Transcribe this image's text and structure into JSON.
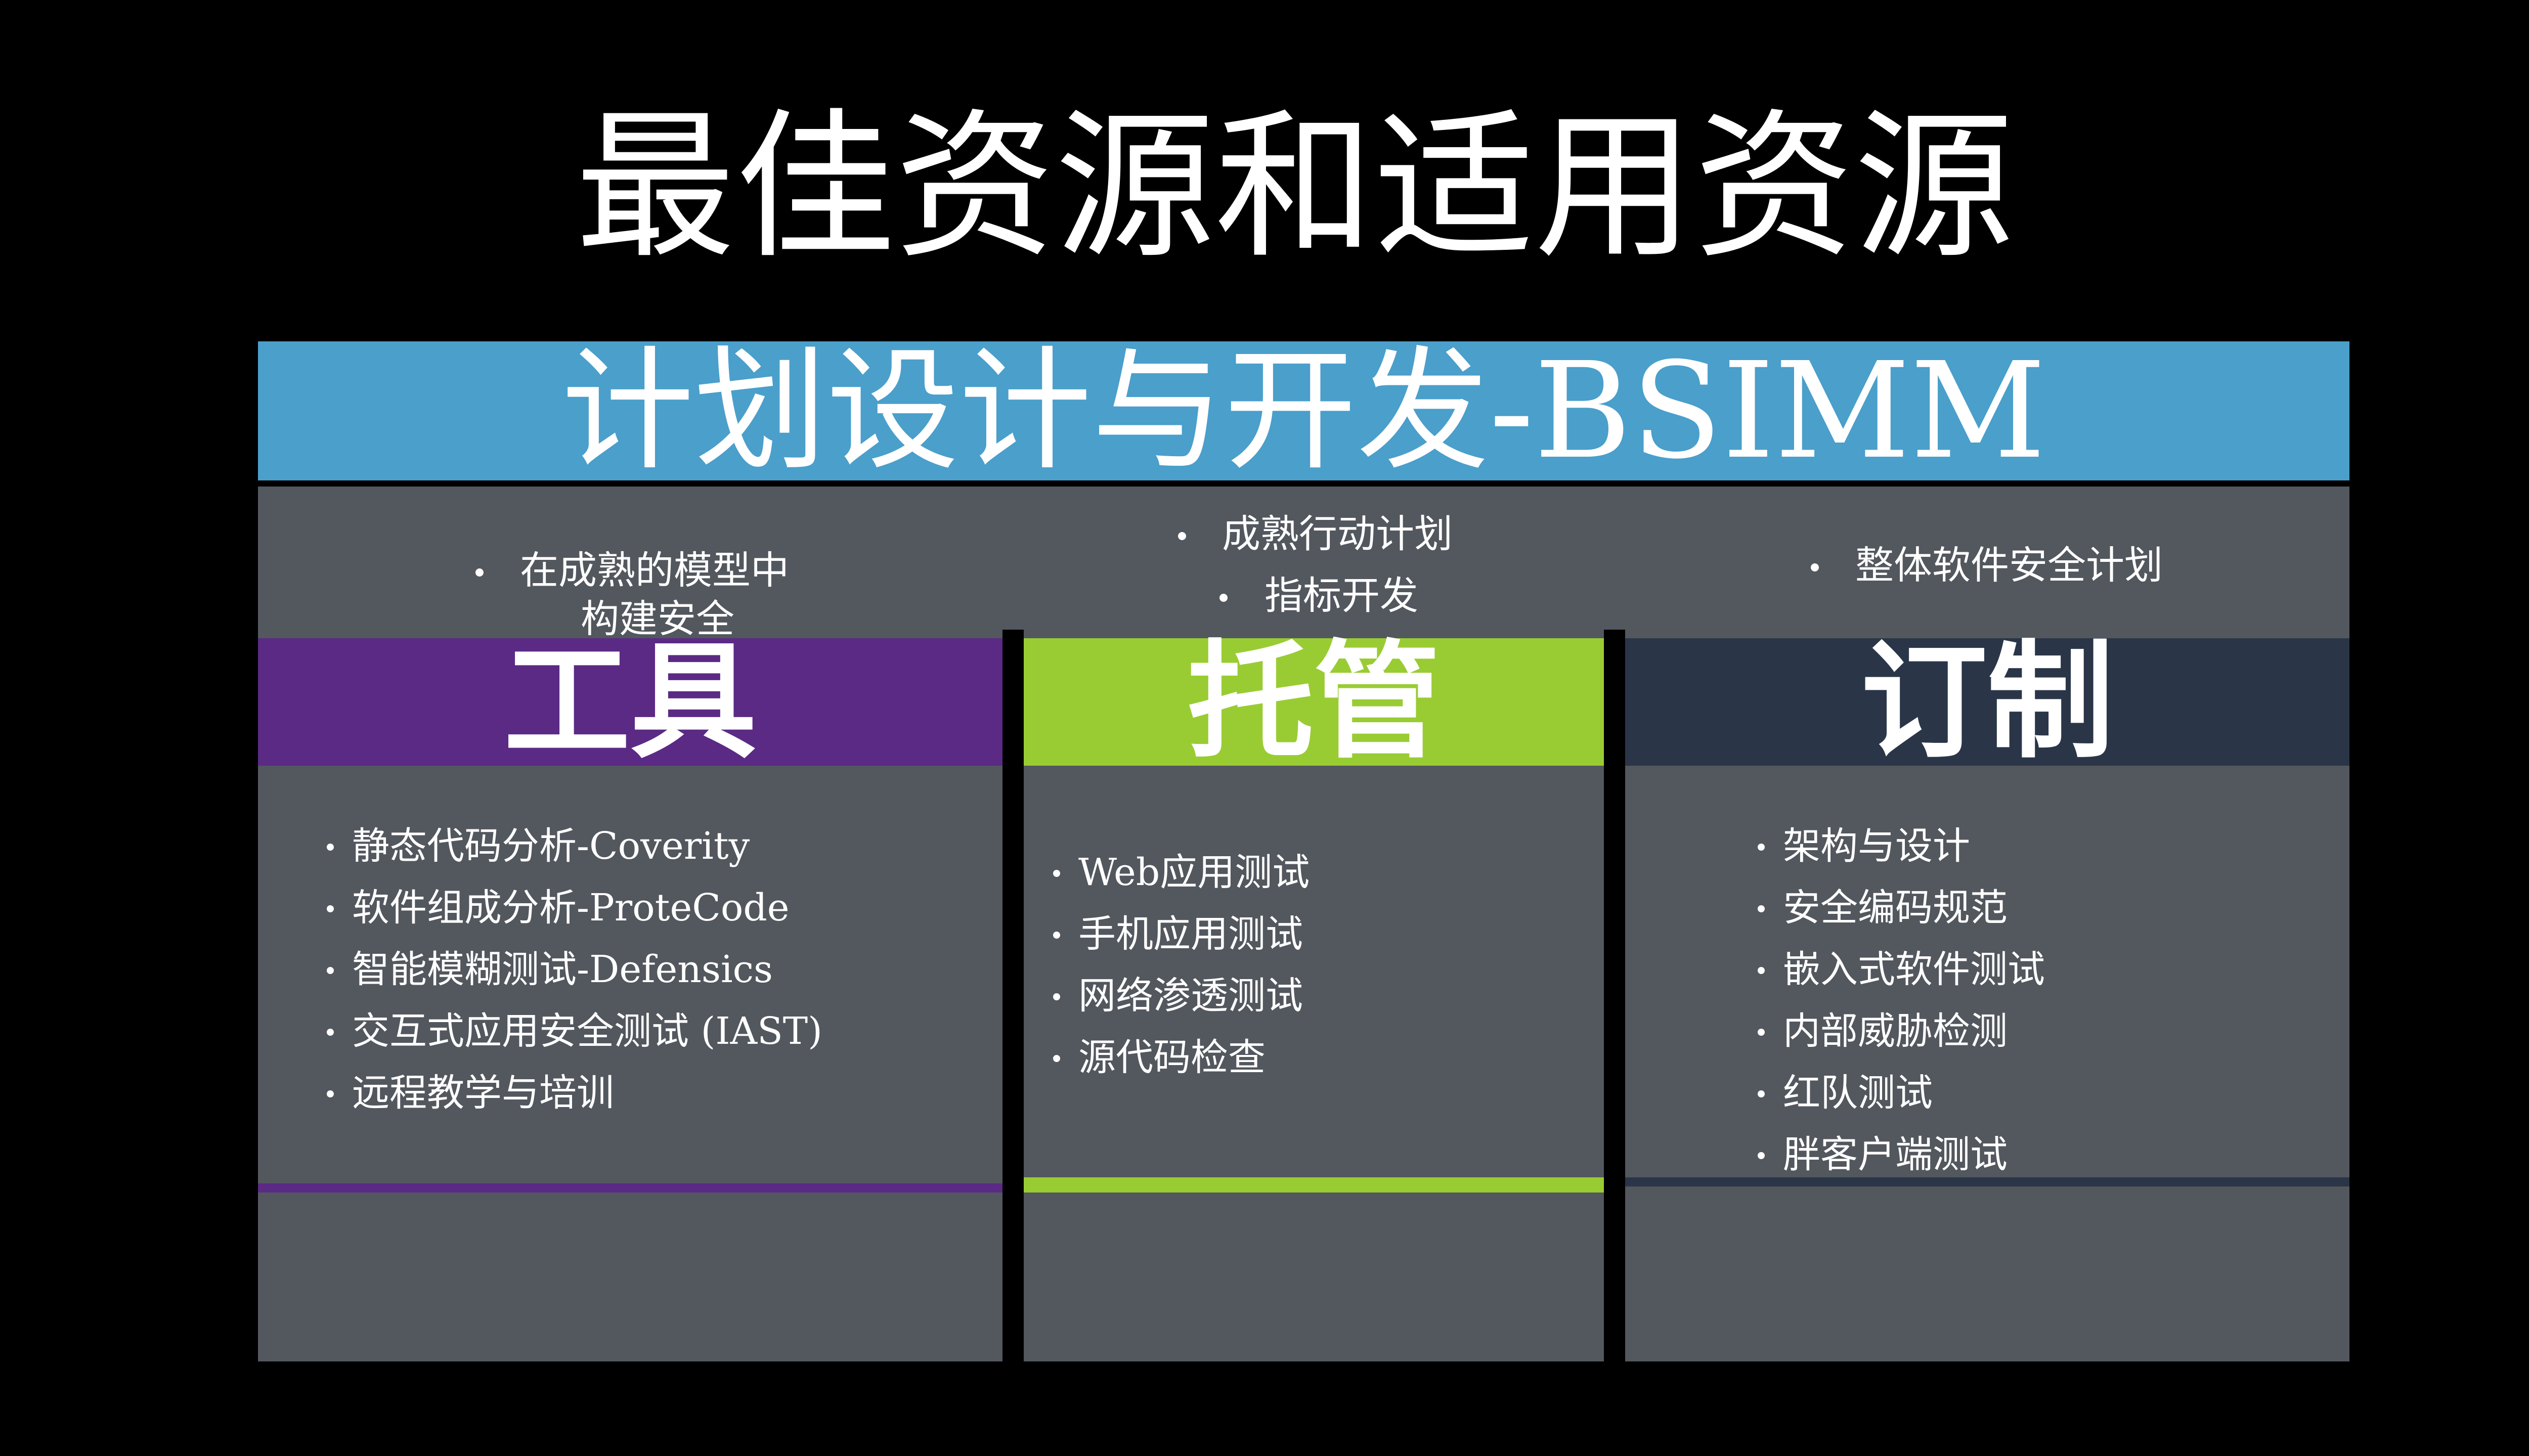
{
  "title": "最佳资源和适用资源",
  "banner": {
    "text": "计划设计与开发-BSIMM",
    "color": "#4a9fcb"
  },
  "columns": [
    {
      "subtext": [
        "在成熟的模型中",
        "构建安全"
      ],
      "header": "工具",
      "color": "#5b2a85",
      "items": [
        "静态代码分析-Coverity",
        "软件组成分析-ProteCode",
        "智能模糊测试-Defensics",
        "交互式应用安全测试 (IAST)",
        "远程教学与培训"
      ]
    },
    {
      "subtext": [
        "成熟行动计划",
        "指标开发"
      ],
      "header": "托管",
      "color": "#99cc33",
      "items": [
        "Web应用测试",
        "手机应用测试",
        "网络渗透测试",
        "源代码检查"
      ]
    },
    {
      "subtext": [
        "整体软件安全计划"
      ],
      "header": "订制",
      "color": "#2a3648",
      "items": [
        "架构与设计",
        "安全编码规范",
        "嵌入式软件测试",
        "内部威胁检测",
        "红队测试",
        "胖客户端测试"
      ]
    }
  ]
}
